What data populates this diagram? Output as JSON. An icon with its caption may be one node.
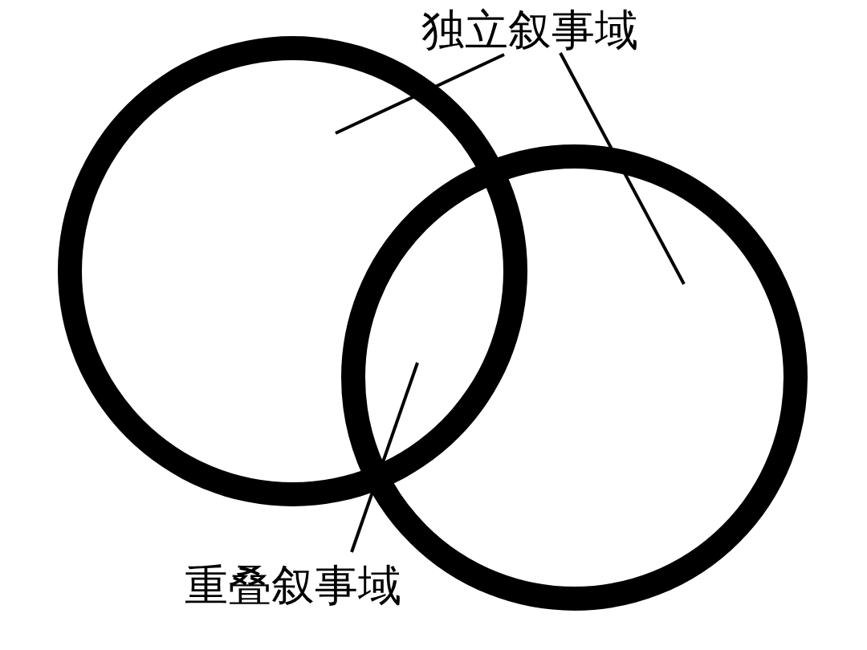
{
  "diagram": {
    "nodes": [
      {
        "text": [
          "独立叙事域"
        ]
      },
      {
        "text": [],
        "shape": "circle"
      },
      {
        "text": [],
        "shape": "circle"
      },
      {
        "text": [
          "重叠叙事域"
        ]
      }
    ],
    "edges": [
      {
        "from": 0,
        "to": 1,
        "arrow": "none"
      },
      {
        "from": 0,
        "to": 2,
        "arrow": "none"
      },
      {
        "from": 3,
        "to": 2,
        "arrow": "none"
      }
    ]
  }
}
